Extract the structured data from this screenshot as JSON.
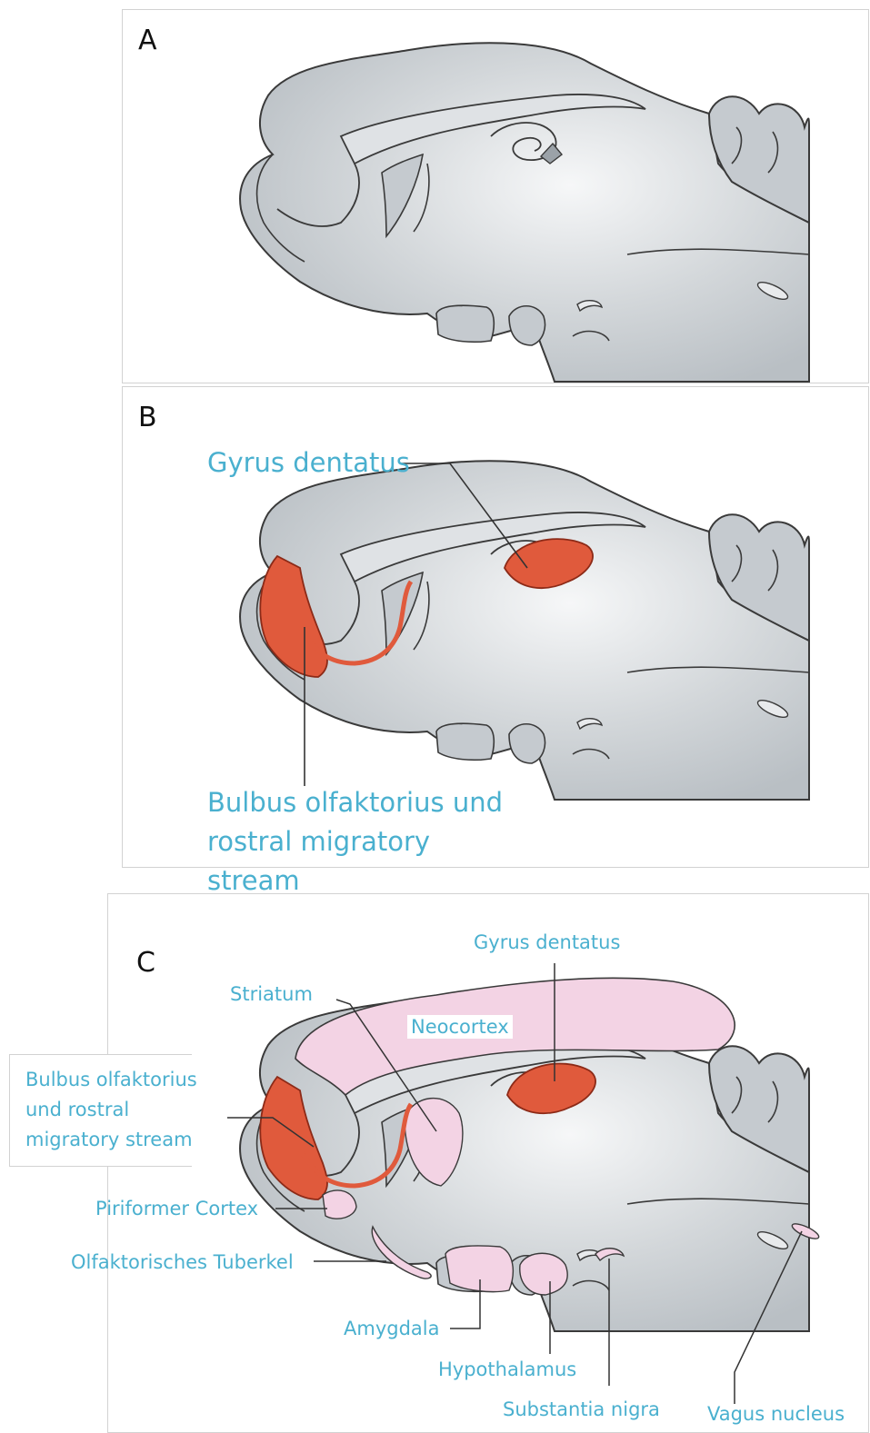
{
  "panels": [
    {
      "letter": "A"
    },
    {
      "letter": "B"
    },
    {
      "letter": "C"
    }
  ],
  "panel_b_labels": {
    "gyrus": "Gyrus dentatus",
    "bulbus_line1": "Bulbus olfaktorius und",
    "bulbus_line2": "rostral migratory",
    "bulbus_line3": "stream"
  },
  "panel_c_labels": {
    "gyrus": "Gyrus dentatus",
    "striatum": "Striatum",
    "neocortex": "Neocortex",
    "bulbus_line1": "Bulbus olfaktorius",
    "bulbus_line2": "und rostral",
    "bulbus_line3": "migratory stream",
    "piriform": "Piriformer Cortex",
    "tuberkel": "Olfaktorisches Tuberkel",
    "amygdala": "Amygdala",
    "hypothalamus": "Hypothalamus",
    "substantia": "Substantia nigra",
    "vagus": "Vagus nucleus"
  },
  "colors": {
    "brain_fill": "#c8cdd1",
    "outline": "#3a3a3a",
    "neurogenesis_red": "#e05a3c",
    "candidate_pink": "#f3d3e4",
    "label_blue": "#4ab0cf"
  }
}
